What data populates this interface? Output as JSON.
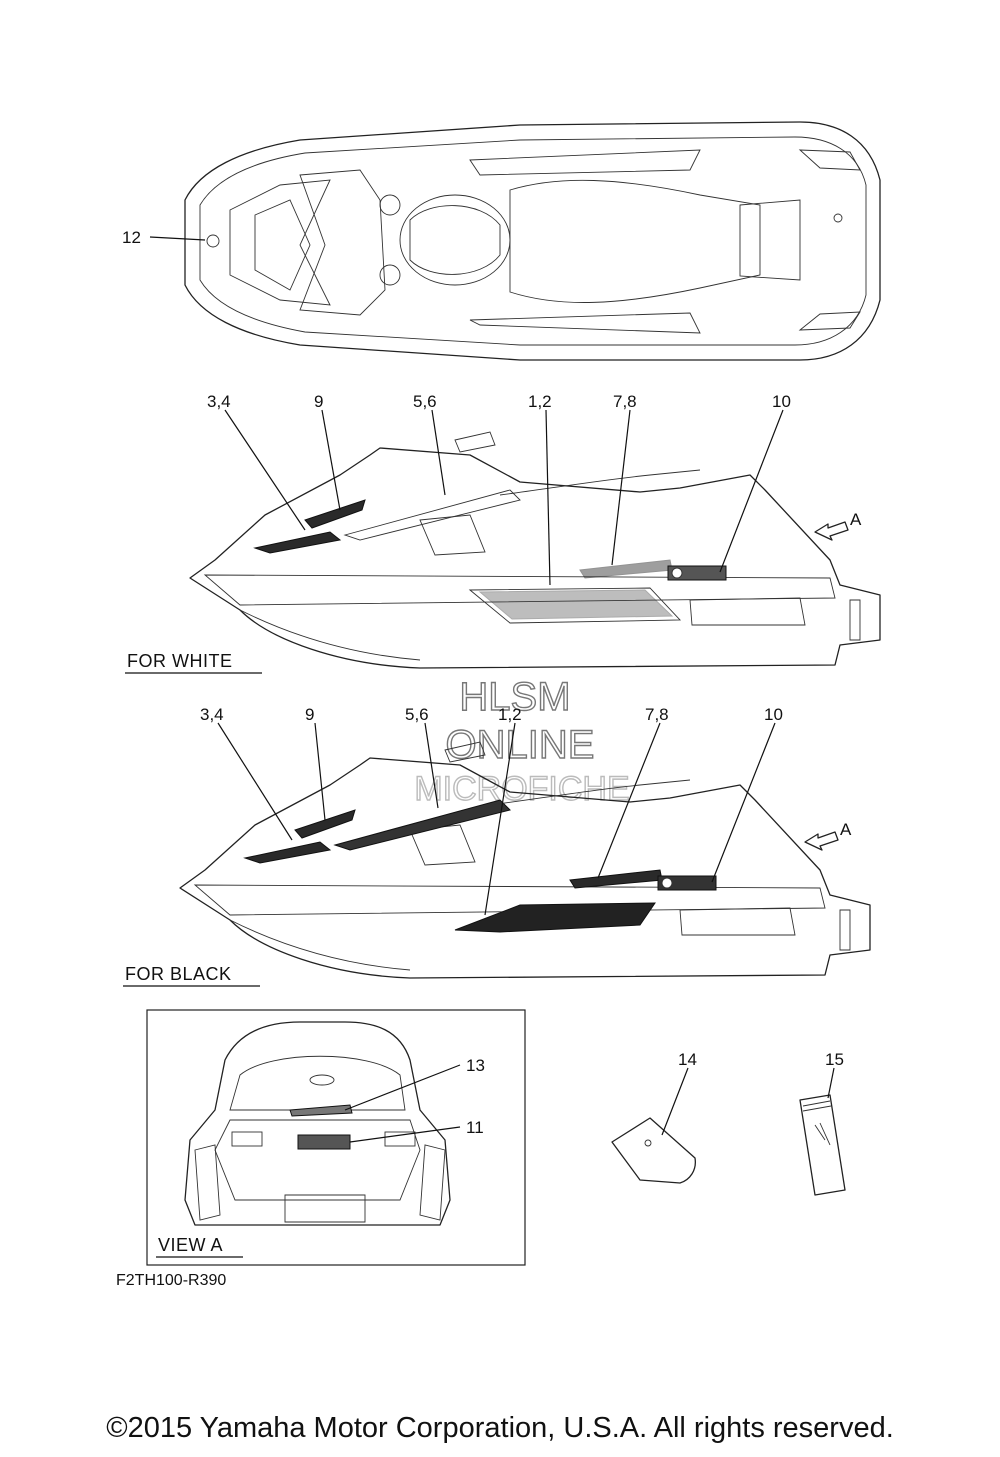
{
  "callouts": {
    "top_view": [
      "12"
    ],
    "white_view": [
      "3,4",
      "9",
      "5,6",
      "1,2",
      "7,8",
      "10"
    ],
    "black_view": [
      "3,4",
      "9",
      "5,6",
      "1,2",
      "7,8",
      "10"
    ],
    "view_a": [
      "13",
      "11"
    ],
    "loose": [
      "14",
      "15"
    ]
  },
  "arrow_label": "A",
  "labels": {
    "for_white": "FOR WHITE",
    "for_black": "FOR BLACK",
    "view_a": "VIEW A",
    "diagram_code": "F2TH100-R390"
  },
  "watermark": {
    "line1": "HLSM",
    "line2": "ONLINE",
    "line3": "MICROFICHE"
  },
  "copyright": "©2015 Yamaha Motor Corporation, U.S.A. All rights reserved."
}
